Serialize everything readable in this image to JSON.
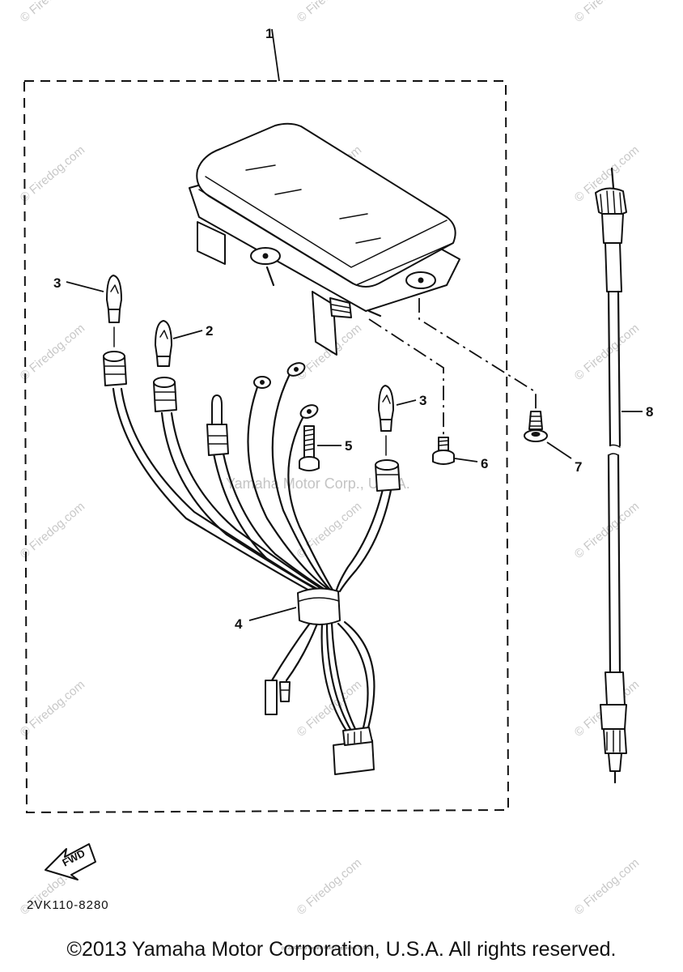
{
  "diagram": {
    "callouts": [
      {
        "id": "1",
        "label": "1"
      },
      {
        "id": "2",
        "label": "2"
      },
      {
        "id": "3a",
        "label": "3"
      },
      {
        "id": "3b",
        "label": "3"
      },
      {
        "id": "4",
        "label": "4"
      },
      {
        "id": "5",
        "label": "5"
      },
      {
        "id": "6",
        "label": "6"
      },
      {
        "id": "7",
        "label": "7"
      },
      {
        "id": "8",
        "label": "8"
      }
    ],
    "part_number": "2VK110-8280",
    "fwd_label": "FWD"
  },
  "watermark": {
    "site": "© Firedog.com",
    "center": "Yamaha Motor Corp., U.S.A.",
    "fine_print": "(c) 2000-2013 Yamaha Motor Corporation, U.S.A."
  },
  "footer": {
    "copyright": "©2013 Yamaha Motor Corporation, U.S.A. All rights reserved."
  }
}
